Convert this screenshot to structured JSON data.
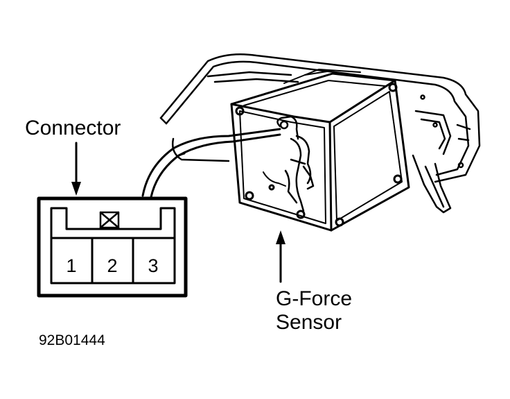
{
  "labels": {
    "connector": "Connector",
    "sensor_line1": "G-Force",
    "sensor_line2": "Sensor",
    "figure_id": "92B01444"
  },
  "connector": {
    "pins": [
      "1",
      "2",
      "3"
    ]
  },
  "colors": {
    "ink": "#000000",
    "background": "#ffffff"
  }
}
